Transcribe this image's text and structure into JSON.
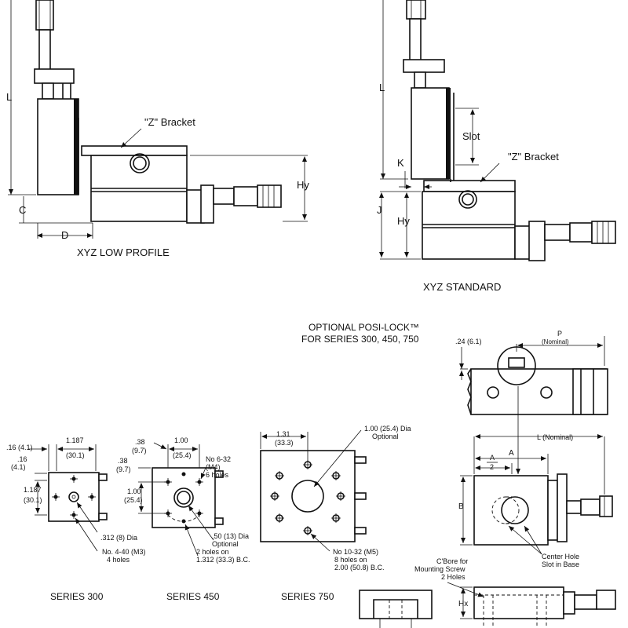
{
  "low_profile": {
    "caption": "XYZ LOW PROFILE",
    "bracket": "\"Z\" Bracket",
    "dim_L": "L",
    "dim_C": "C",
    "dim_D": "D",
    "dim_Hy": "Hy"
  },
  "standard": {
    "caption": "XYZ STANDARD",
    "bracket": "\"Z\" Bracket",
    "dim_L": "L",
    "dim_slot": "Slot",
    "dim_K": "K",
    "dim_J": "J",
    "dim_Hy": "Hy"
  },
  "posi_lock": {
    "title_line1": "OPTIONAL POSI-LOCK™",
    "title_line2": "FOR SERIES  300, 450, 750",
    "dim_24": ".24 (6.1)",
    "dim_P": "P",
    "dim_P_note": "(Nominal)",
    "dim_L": "L (Nominal)",
    "dim_A": "A",
    "dim_A2_num": "A",
    "dim_A2_den": "2",
    "dim_B": "B",
    "center_hole_1": "Center Hole",
    "center_hole_2": "Slot in Base",
    "cbore_1": "C'Bore for",
    "cbore_2": "Mounting Screw",
    "cbore_3": "2 Holes",
    "dim_Hx": "Hx"
  },
  "series_300": {
    "caption": "SERIES 300",
    "d16_a": ".16 (4.1)",
    "d16_b": ".16",
    "d16_b2": "(4.1)",
    "d1187_top": "1.187",
    "d1187_top2": "(30.1)",
    "d1187_side": "1.187",
    "d1187_side2": "(30.1)",
    "dia": ".312 (8) Dia",
    "holes_1": "No. 4-40 (M3)",
    "holes_2": "4 holes"
  },
  "series_450": {
    "caption": "SERIES 450",
    "d38_a": ".38",
    "d38_a2": "(9.7)",
    "d38_b": ".38",
    "d38_b2": "(9.7)",
    "d100_top": "1.00",
    "d100_top2": "(25.4)",
    "d100_side": "1.00",
    "d100_side2": "(25.4)",
    "holes_1": "No 6-32",
    "holes_2": "(M4)",
    "holes_3": "6 holes",
    "dia_1": ".50 (13) Dia",
    "dia_2": "Optional",
    "bc_1": "2 holes on",
    "bc_2": "1.312 (33.3) B.C."
  },
  "series_750": {
    "caption": "SERIES 750",
    "d131": "1.31",
    "d131_2": "(33.3)",
    "dia_1": "1.00 (25.4) Dia",
    "dia_2": "Optional",
    "holes_1": "No 10-32 (M5)",
    "holes_2": "8 holes on",
    "holes_3": "2.00 (50.8) B.C."
  }
}
